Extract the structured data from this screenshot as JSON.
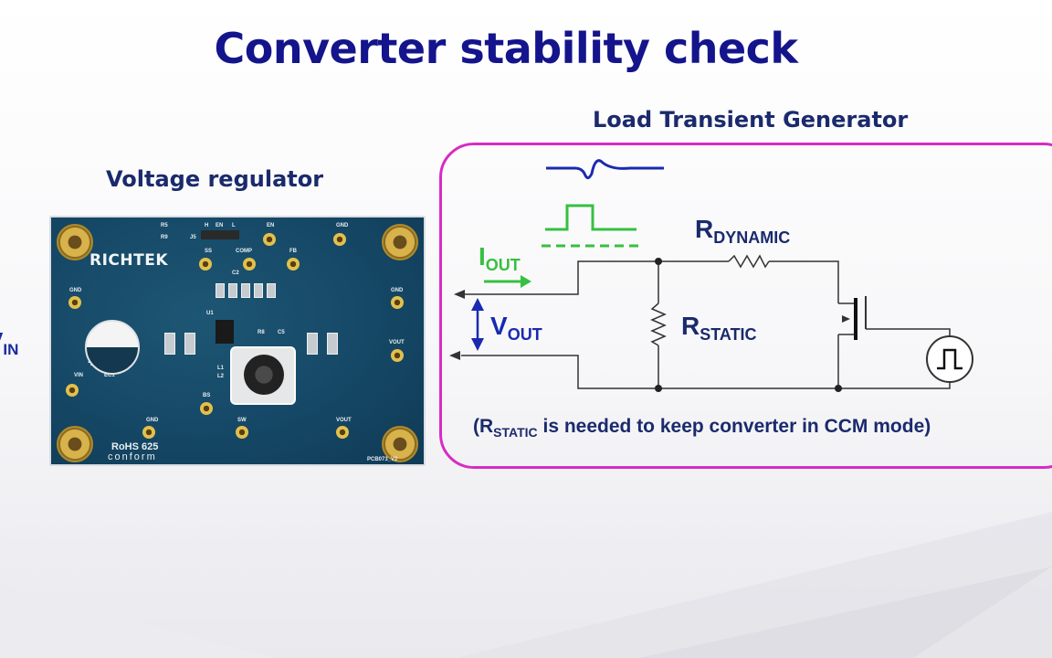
{
  "title": "Converter stability check",
  "voltage_regulator": {
    "label": "Voltage regulator",
    "board": {
      "brand": "RICHTEK",
      "rohs_line1": "RoHS",
      "rohs_line2": "conform",
      "rohs_code": "625",
      "pcb_id": "PCB073_V2",
      "silk": {
        "r5": "R5",
        "r9": "R9",
        "j5": "J5",
        "h": "H",
        "en": "EN",
        "l": "L",
        "en_tp": "EN",
        "gnd_tl": "GND",
        "ss": "SS",
        "comp": "COMP",
        "fb": "FB",
        "c2": "C2",
        "u1": "U1",
        "r8": "R8",
        "c5": "C5",
        "gnd_l": "GND",
        "gnd_r": "GND",
        "vout_r": "VOUT",
        "vin": "VIN",
        "ec1": "EC1",
        "plus": "+",
        "bs": "BS",
        "sw": "SW",
        "gnd_b": "GND",
        "vout_b": "VOUT",
        "l1": "L1",
        "l2": "L2"
      }
    }
  },
  "vin_fragment": {
    "main": "V",
    "sub": "IN"
  },
  "load_transient": {
    "label": "Load Transient Generator",
    "r_dynamic": {
      "main": "R",
      "sub": "DYNAMIC"
    },
    "r_static": {
      "main": "R",
      "sub": "STATIC"
    },
    "i_out": {
      "main": "I",
      "sub": "OUT"
    },
    "v_out": {
      "main": "V",
      "sub": "OUT"
    },
    "note": {
      "open": "(R",
      "sub": "STATIC",
      "rest": " is needed to keep converter in CCM mode)"
    }
  },
  "colors": {
    "title": "#14148c",
    "frame": "#d62cc4",
    "voltage_waveform": "#1a2ab0",
    "current_waveform": "#36c040",
    "arrows": "#1a2ab0",
    "wires": "#333333"
  }
}
